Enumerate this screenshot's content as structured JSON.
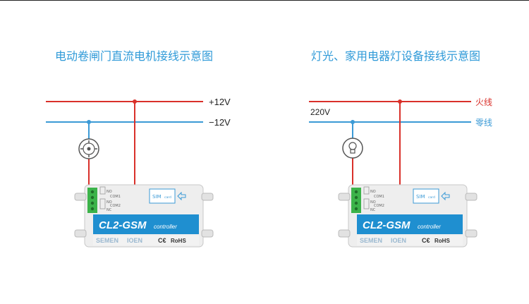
{
  "left": {
    "title": "电动卷闸门直流电机接线示意图",
    "top_line_label": "+12V",
    "bottom_line_label": "−12V"
  },
  "right": {
    "title": "灯光、家用电器灯设备接线示意图",
    "top_line_label": "火线",
    "bottom_line_label": "零线",
    "voltage_label": "220V"
  },
  "module": {
    "model": "CL2-GSM",
    "subtitle": "controller",
    "sim_label": "SIM",
    "sim_sub": "card",
    "relay1": [
      "NO",
      "COM1"
    ],
    "relay2": [
      "NO",
      "COM2",
      "NC"
    ],
    "brand_left": "SEMEN",
    "brand_right": "IOEN",
    "cert": "C€",
    "rohs": "RoHS"
  },
  "colors": {
    "title": "#2f9ad8",
    "live": "#d9302a",
    "neutral": "#3b9ad6",
    "module_blue": "#1f8fd0",
    "terminal": "#3cb34a"
  }
}
